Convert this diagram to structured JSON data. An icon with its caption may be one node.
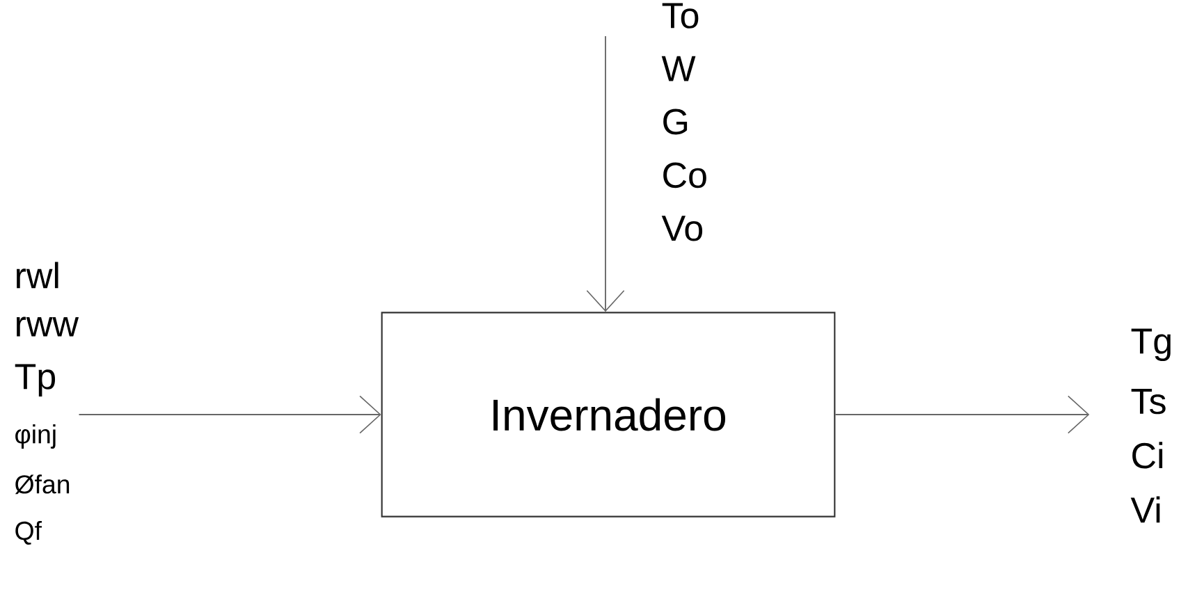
{
  "diagram": {
    "nodes": [
      {
        "text": [
          "Invernadero"
        ]
      },
      {
        "text": [
          "rwl",
          "rww",
          "Tp",
          "φinj",
          "Øfan",
          "Qf"
        ]
      },
      {
        "text": [
          "To",
          "W",
          "G",
          "Co",
          "Vo"
        ]
      },
      {
        "text": [
          "Tg",
          "Ts",
          "Ci",
          "Vi"
        ]
      }
    ],
    "edges": [
      {
        "from": 1,
        "to": 0,
        "arrow": "to"
      },
      {
        "from": 2,
        "to": 0,
        "arrow": "to"
      },
      {
        "from": 0,
        "to": 3,
        "arrow": "to"
      }
    ]
  }
}
